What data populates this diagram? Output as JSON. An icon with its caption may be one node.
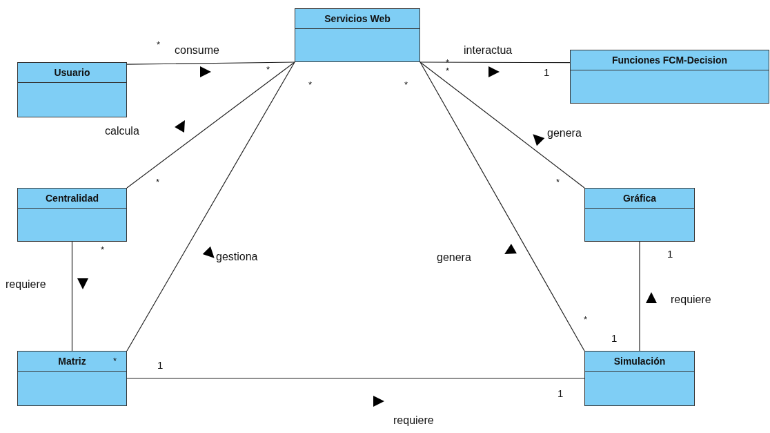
{
  "diagram": {
    "nodes": [
      {
        "text": [
          "Servicios Web"
        ]
      },
      {
        "text": [
          "Usuario"
        ]
      },
      {
        "text": [
          "Funciones FCM-Decision"
        ]
      },
      {
        "text": [
          "Centralidad"
        ]
      },
      {
        "text": [
          "Gráfica"
        ]
      },
      {
        "text": [
          "Matriz"
        ]
      },
      {
        "text": [
          "Simulación"
        ]
      }
    ],
    "edges": [
      {
        "from": 1,
        "to": 0,
        "arrow": "none",
        "label": "consume"
      },
      {
        "from": 0,
        "to": 2,
        "arrow": "none",
        "label": "interactua"
      },
      {
        "from": 3,
        "to": 0,
        "arrow": "none",
        "label": "calcula"
      },
      {
        "from": 5,
        "to": 0,
        "arrow": "none",
        "label": "gestiona"
      },
      {
        "from": 0,
        "to": 4,
        "arrow": "none",
        "label": "genera"
      },
      {
        "from": 0,
        "to": 6,
        "arrow": "none",
        "label": "genera"
      },
      {
        "from": 3,
        "to": 5,
        "arrow": "none",
        "label": "requiere"
      },
      {
        "from": 6,
        "to": 4,
        "arrow": "none",
        "label": "requiere"
      },
      {
        "from": 5,
        "to": 6,
        "arrow": "none",
        "label": "requiere"
      }
    ],
    "labels": [
      "*",
      "*",
      "*",
      "*",
      "*",
      "*",
      "1",
      "*",
      "*",
      "*",
      "1",
      "*",
      "1",
      "*",
      "1",
      "1"
    ]
  }
}
